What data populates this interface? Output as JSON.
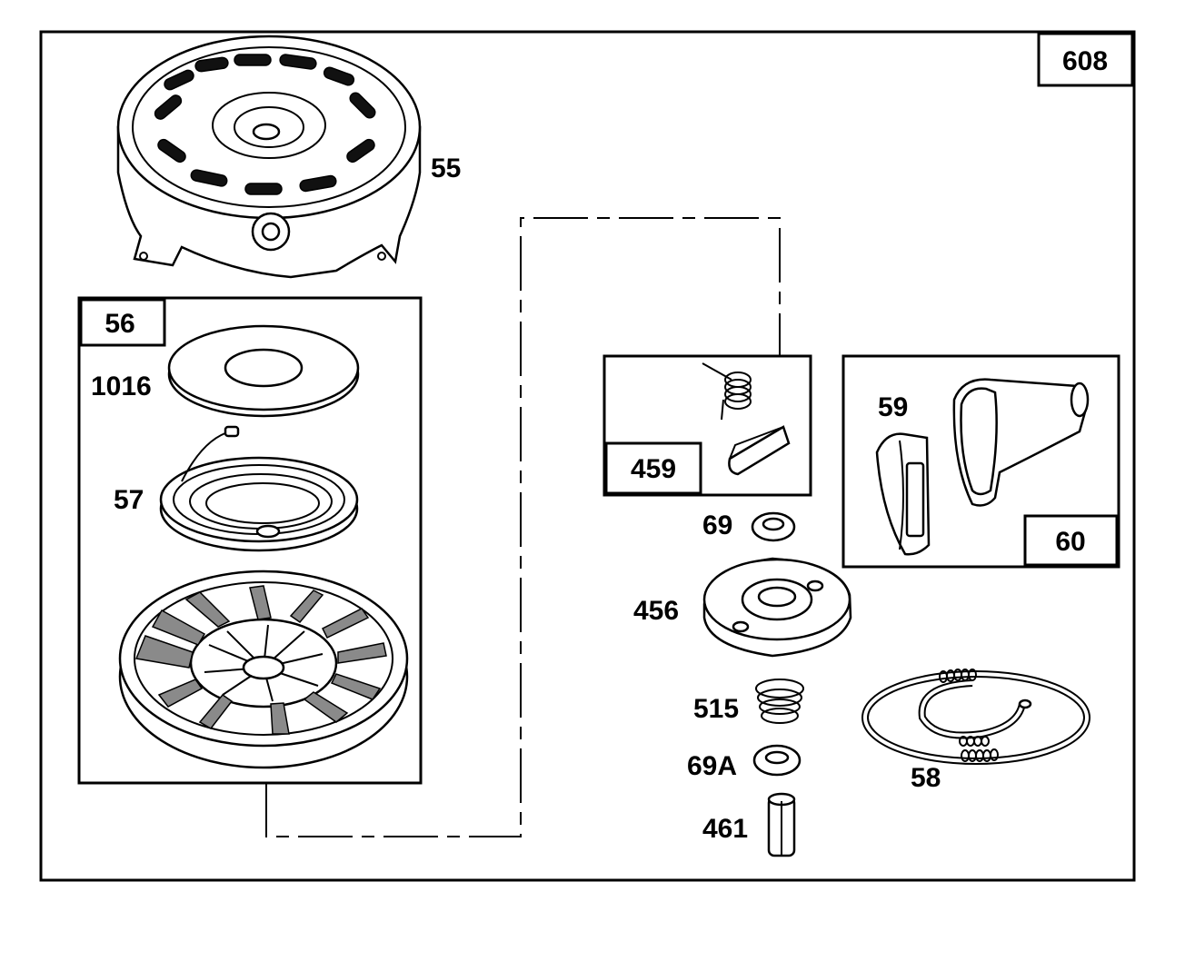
{
  "diagram": {
    "kit_number": "608",
    "parts": {
      "housing": "55",
      "pulley_kit": "56",
      "washer_large": "1016",
      "spring": "57",
      "rope": "58",
      "handle_insert": "59",
      "handle_kit": "60",
      "washer": "69",
      "washer_a": "69A",
      "pawl_kit": "459",
      "cup": "456",
      "spring_small": "515",
      "pin": "461"
    }
  },
  "colors": {
    "line": "#000000",
    "background": "#ffffff"
  }
}
